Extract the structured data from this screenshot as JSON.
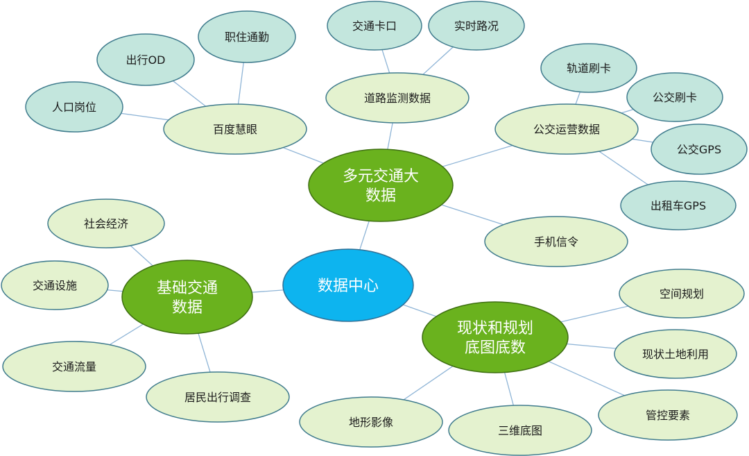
{
  "diagram": {
    "nodes": {
      "center": {
        "text": [
          "数据中心"
        ],
        "level": 1
      },
      "multi": {
        "text": [
          "多元交通大",
          "数据"
        ],
        "level": 2
      },
      "basic": {
        "text": [
          "基础交通",
          "数据"
        ],
        "level": 2
      },
      "status": {
        "text": [
          "现状和规划",
          "底图底数"
        ],
        "level": 2
      },
      "baidu": {
        "text": [
          "百度慧眼"
        ],
        "level": 3
      },
      "road": {
        "text": [
          "道路监测数据"
        ],
        "level": 3
      },
      "bus_ops": {
        "text": [
          "公交运营数据"
        ],
        "level": 3
      },
      "phone": {
        "text": [
          "手机信令"
        ],
        "level": 3
      },
      "pop": {
        "text": [
          "人口岗位"
        ],
        "level": 4
      },
      "od": {
        "text": [
          "出行OD"
        ],
        "level": 4
      },
      "commute": {
        "text": [
          "职住通勤"
        ],
        "level": 4
      },
      "checkpoint": {
        "text": [
          "交通卡口"
        ],
        "level": 4
      },
      "realtime": {
        "text": [
          "实时路况"
        ],
        "level": 4
      },
      "rail_card": {
        "text": [
          "轨道刷卡"
        ],
        "level": 4
      },
      "bus_card": {
        "text": [
          "公交刷卡"
        ],
        "level": 4
      },
      "bus_gps": {
        "text": [
          "公交GPS"
        ],
        "level": 4
      },
      "taxi_gps": {
        "text": [
          "出租车GPS"
        ],
        "level": 4
      },
      "econ": {
        "text": [
          "社会经济"
        ],
        "level": 3
      },
      "facility": {
        "text": [
          "交通设施"
        ],
        "level": 3
      },
      "flow": {
        "text": [
          "交通流量"
        ],
        "level": 3
      },
      "survey": {
        "text": [
          "居民出行调查"
        ],
        "level": 3
      },
      "spatial": {
        "text": [
          "空间规划"
        ],
        "level": 3
      },
      "landuse": {
        "text": [
          "现状土地利用"
        ],
        "level": 3
      },
      "control": {
        "text": [
          "管控要素"
        ],
        "level": 3
      },
      "terrain": {
        "text": [
          "地形影像"
        ],
        "level": 3
      },
      "base3d": {
        "text": [
          "三维底图"
        ],
        "level": 3
      }
    },
    "edges": [
      [
        "center",
        "multi"
      ],
      [
        "center",
        "basic"
      ],
      [
        "center",
        "status"
      ],
      [
        "multi",
        "baidu"
      ],
      [
        "multi",
        "road"
      ],
      [
        "multi",
        "bus_ops"
      ],
      [
        "multi",
        "phone"
      ],
      [
        "baidu",
        "pop"
      ],
      [
        "baidu",
        "od"
      ],
      [
        "baidu",
        "commute"
      ],
      [
        "road",
        "checkpoint"
      ],
      [
        "road",
        "realtime"
      ],
      [
        "bus_ops",
        "rail_card"
      ],
      [
        "bus_ops",
        "bus_card"
      ],
      [
        "bus_ops",
        "bus_gps"
      ],
      [
        "bus_ops",
        "taxi_gps"
      ],
      [
        "basic",
        "econ"
      ],
      [
        "basic",
        "facility"
      ],
      [
        "basic",
        "flow"
      ],
      [
        "basic",
        "survey"
      ],
      [
        "status",
        "spatial"
      ],
      [
        "status",
        "landuse"
      ],
      [
        "status",
        "control"
      ],
      [
        "status",
        "terrain"
      ],
      [
        "status",
        "base3d"
      ]
    ]
  }
}
